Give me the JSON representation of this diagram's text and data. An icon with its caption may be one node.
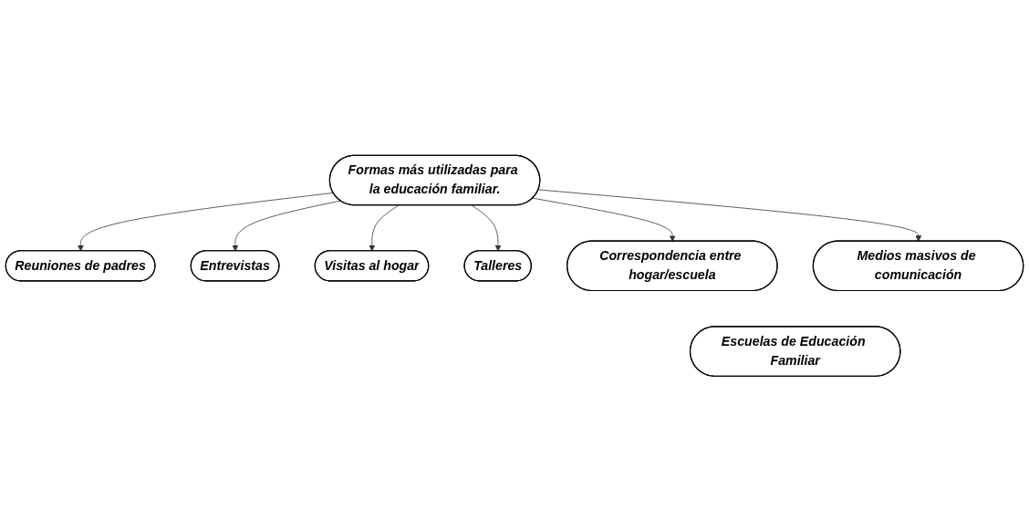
{
  "diagram": {
    "nodes": [
      {
        "text": [
          "Formas más utilizadas para la educación familiar."
        ]
      },
      {
        "text": [
          "Reuniones de padres"
        ]
      },
      {
        "text": [
          "Entrevistas"
        ]
      },
      {
        "text": [
          "Visitas al hogar"
        ]
      },
      {
        "text": [
          "Talleres"
        ]
      },
      {
        "text": [
          "Correspondencia entre hogar/escuela"
        ]
      },
      {
        "text": [
          "Medios masivos de comunicación"
        ]
      },
      {
        "text": [
          "Escuelas de Educación Familiar"
        ]
      }
    ],
    "edges": [
      {
        "from": 0,
        "to": 1,
        "arrow": "to"
      },
      {
        "from": 0,
        "to": 2,
        "arrow": "to"
      },
      {
        "from": 0,
        "to": 3,
        "arrow": "to"
      },
      {
        "from": 0,
        "to": 4,
        "arrow": "to"
      },
      {
        "from": 0,
        "to": 5,
        "arrow": "to"
      },
      {
        "from": 0,
        "to": 6,
        "arrow": "to"
      }
    ]
  }
}
